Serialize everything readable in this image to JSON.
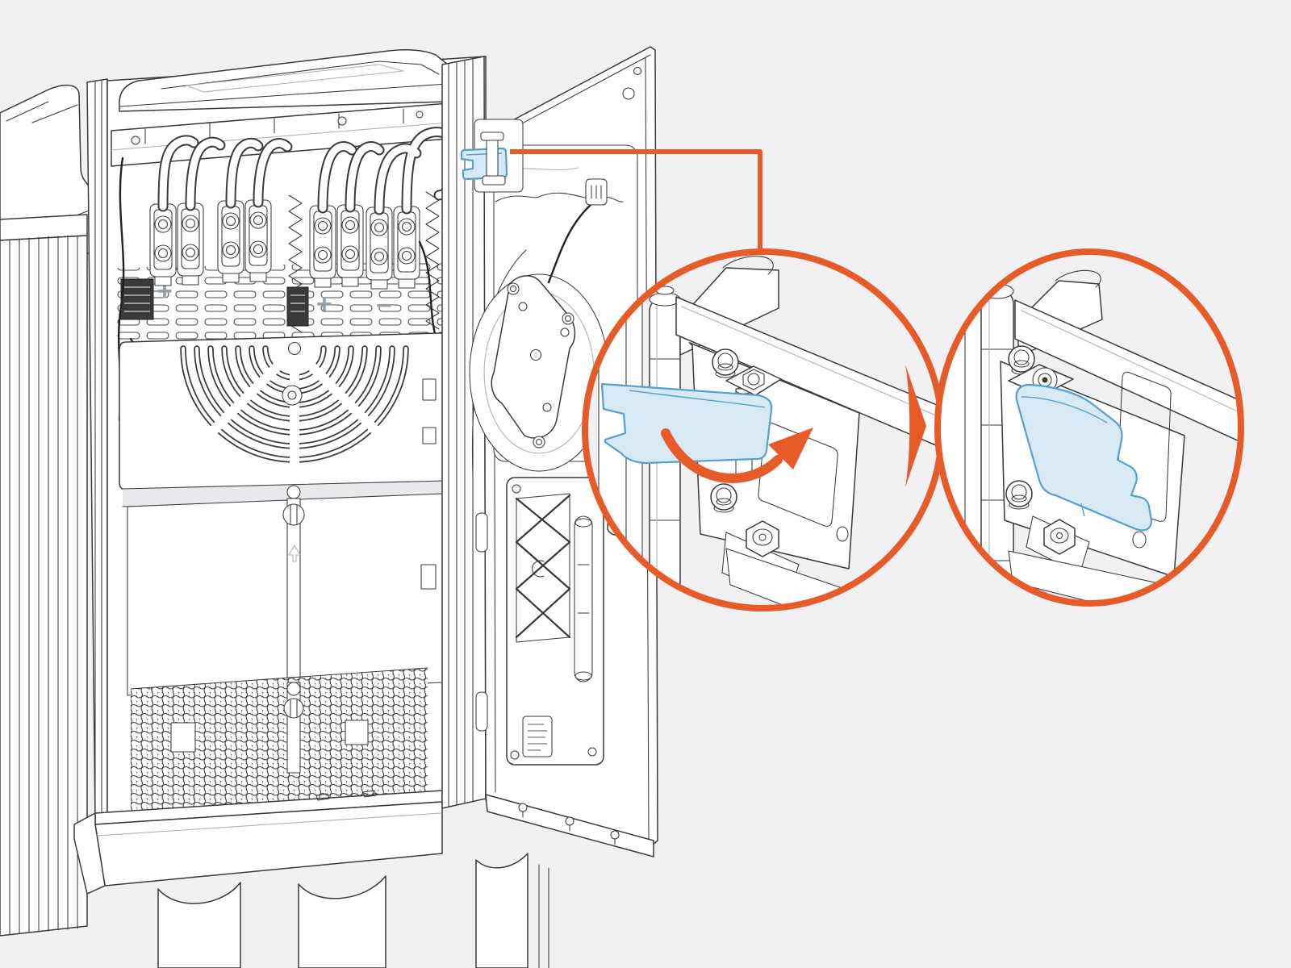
{
  "colors": {
    "background": "#F1F1F3",
    "line": "#3A3A3A",
    "white": "#FFFFFF",
    "accent_orange": "#E65B28",
    "highlight_blue_fill": "#D8E9F6",
    "highlight_blue_stroke": "#54A0CE",
    "soft_gray": "#9AA0A7",
    "wire_black": "#222222"
  },
  "panel_symbols": {
    "positive_left": "+",
    "positive_right": "+",
    "negative": "−"
  },
  "illustration": {
    "type": "technical-line-art-instruction",
    "subject": "power-cabinet-with-open-door",
    "highlighted_part": "retaining-clip",
    "parts": [
      "heatsink-fins",
      "top-cover",
      "dc-terminal-blocks",
      "busbar-cables",
      "vent-louver-panel",
      "fan-grille",
      "inner-access-doors",
      "mesh-filter-panel",
      "base-tray",
      "conduit-stubs",
      "cabinet-door",
      "door-fan-assembly",
      "door-latch-lever",
      "truss-bracket",
      "gas-strut",
      "spec-label",
      "hinge-pillar",
      "mounting-bracket",
      "retaining-clip"
    ],
    "callouts": [
      {
        "name": "clip-unlocked-rotation-detail",
        "motion_icon": "rotate-arrow"
      },
      {
        "name": "clip-locked-final-position"
      }
    ],
    "transition_icon": "next-step-arrow"
  }
}
